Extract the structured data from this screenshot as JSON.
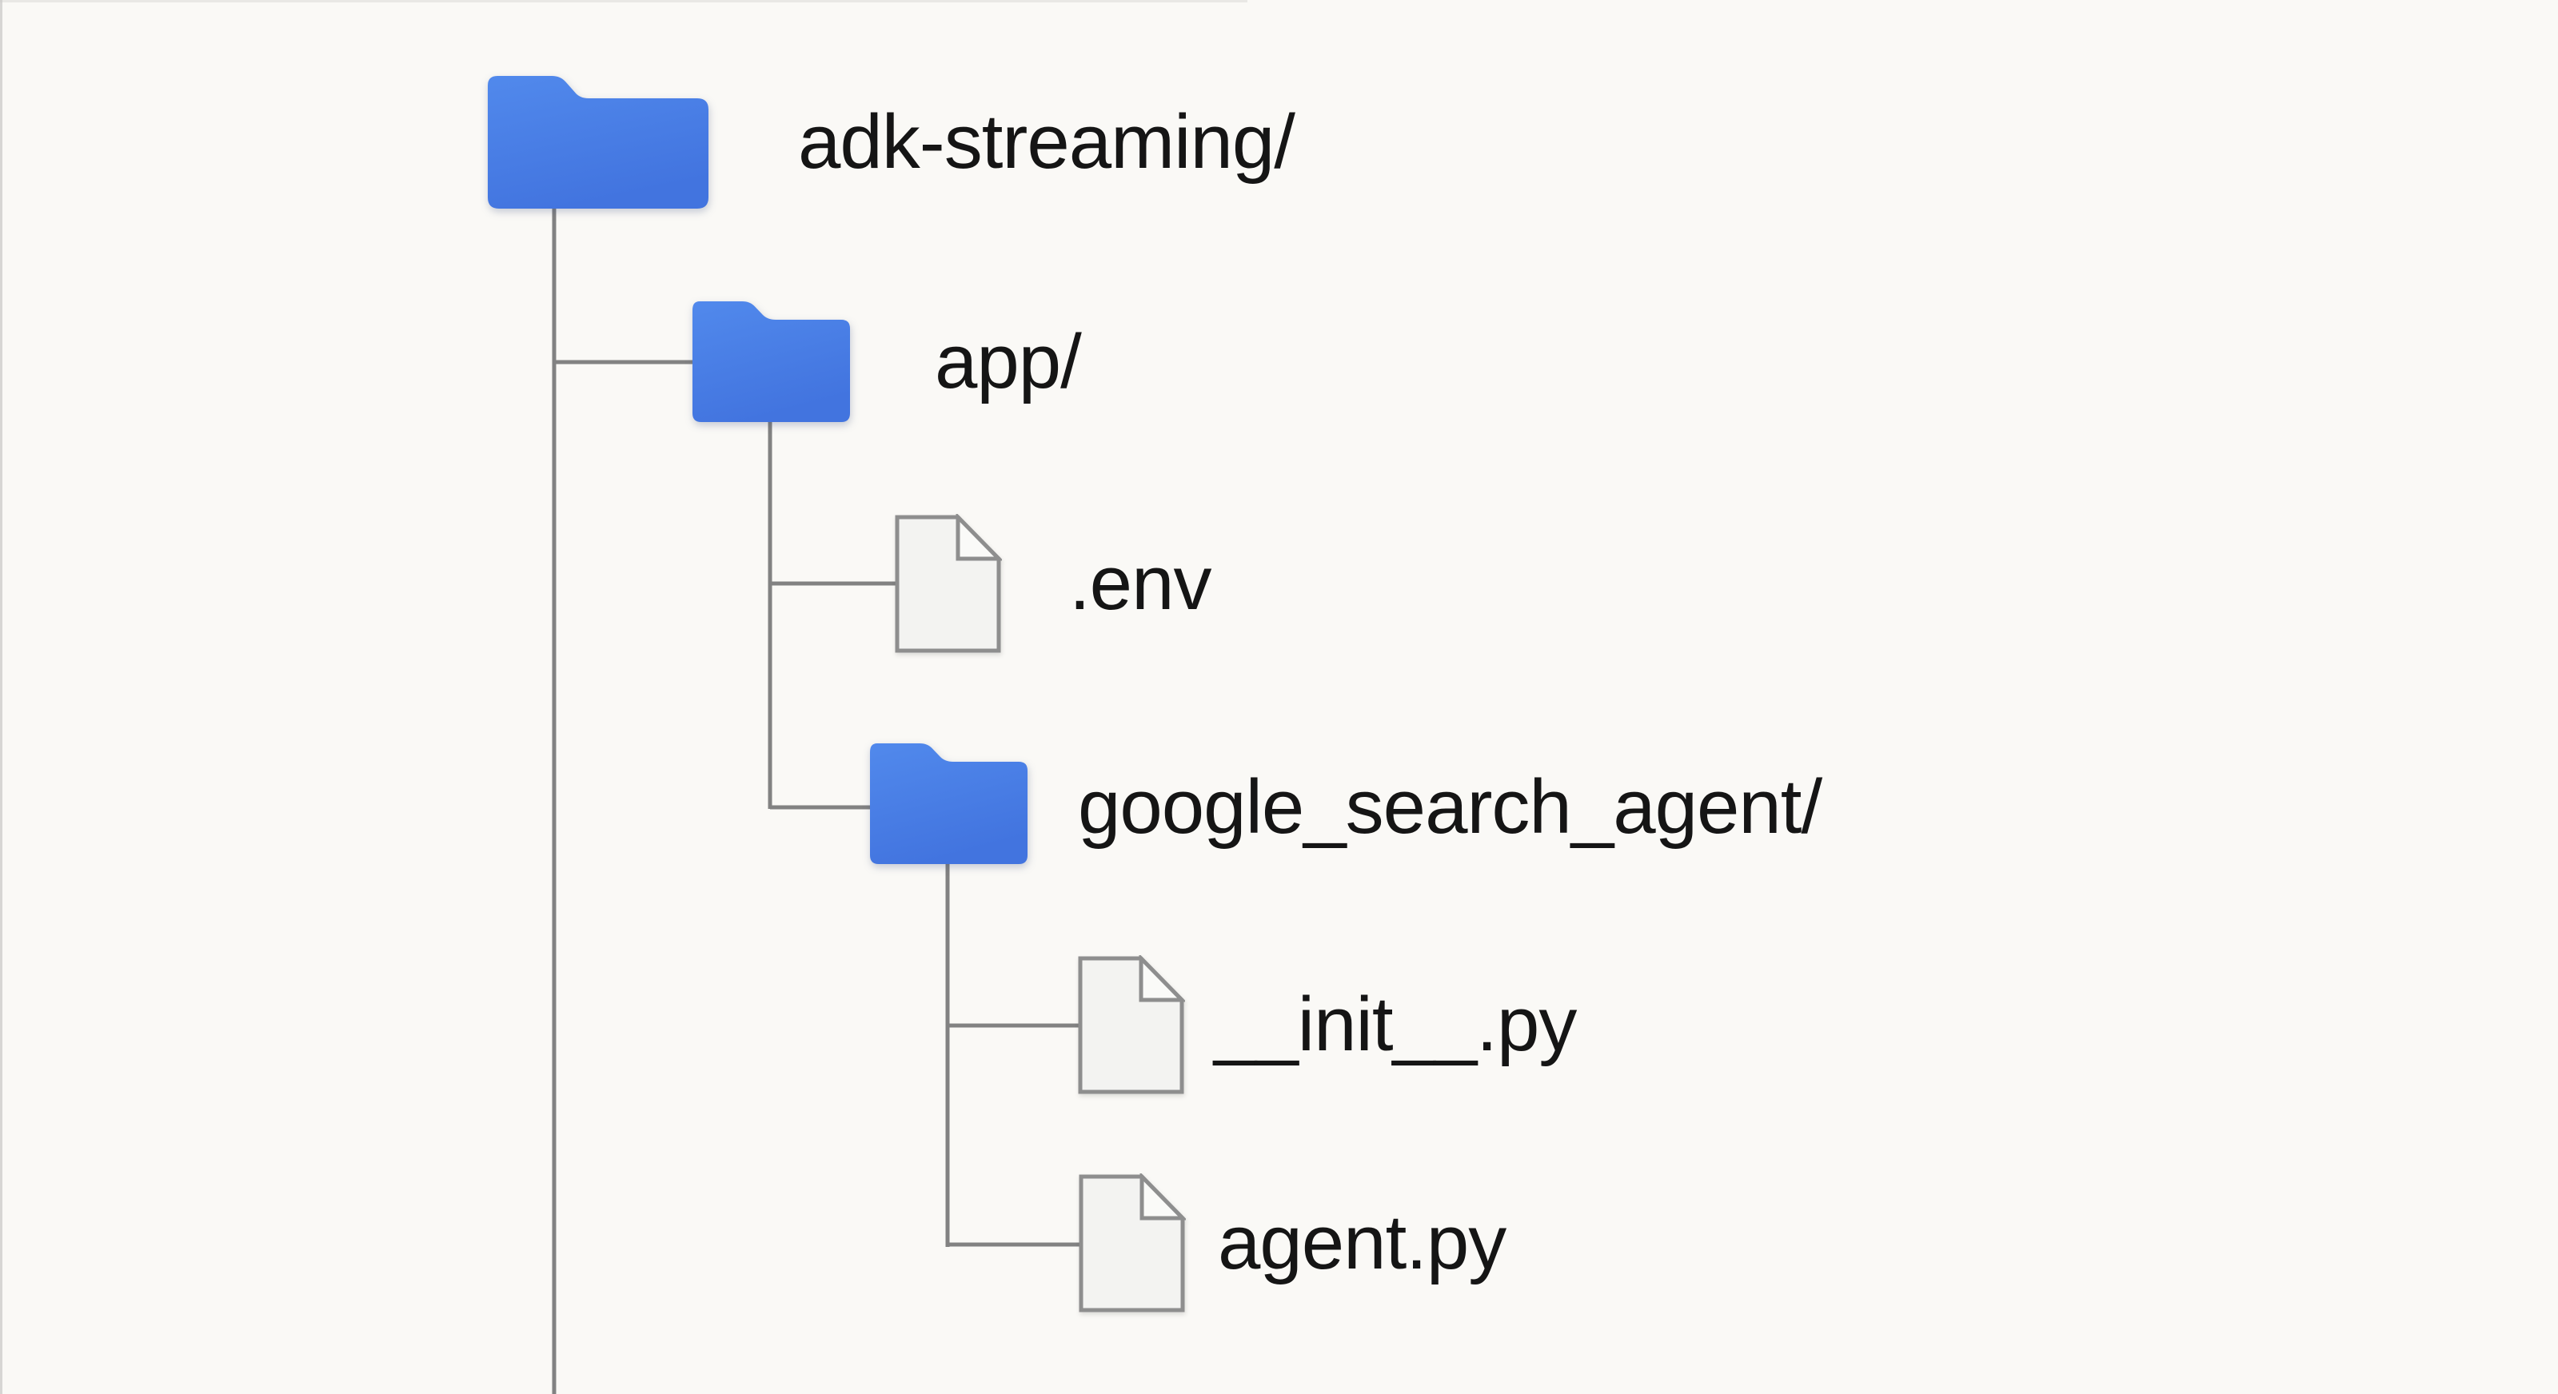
{
  "diagram": {
    "nodes": [
      {
        "label": "adk-streaming/",
        "type": "folder",
        "icon": "folder-icon",
        "depth": 0
      },
      {
        "label": "app/",
        "type": "folder",
        "icon": "folder-icon",
        "depth": 1
      },
      {
        "label": ".env",
        "type": "file",
        "icon": "file-icon",
        "depth": 2
      },
      {
        "label": "google_search_agent/",
        "type": "folder",
        "icon": "folder-icon",
        "depth": 2
      },
      {
        "label": "__init__.py",
        "type": "file",
        "icon": "file-icon",
        "depth": 3
      },
      {
        "label": "agent.py",
        "type": "file",
        "icon": "file-icon",
        "depth": 3
      }
    ]
  },
  "colors": {
    "background": "#FAF9F6",
    "folder-blue-light": "#5189EC",
    "folder-blue-dark": "#4274DF",
    "line-gray": "#828282",
    "file-fill": "#F3F3F1",
    "file-flap": "#FAFAF8",
    "file-stroke": "#8E8E8E",
    "text-color": "#151515"
  }
}
